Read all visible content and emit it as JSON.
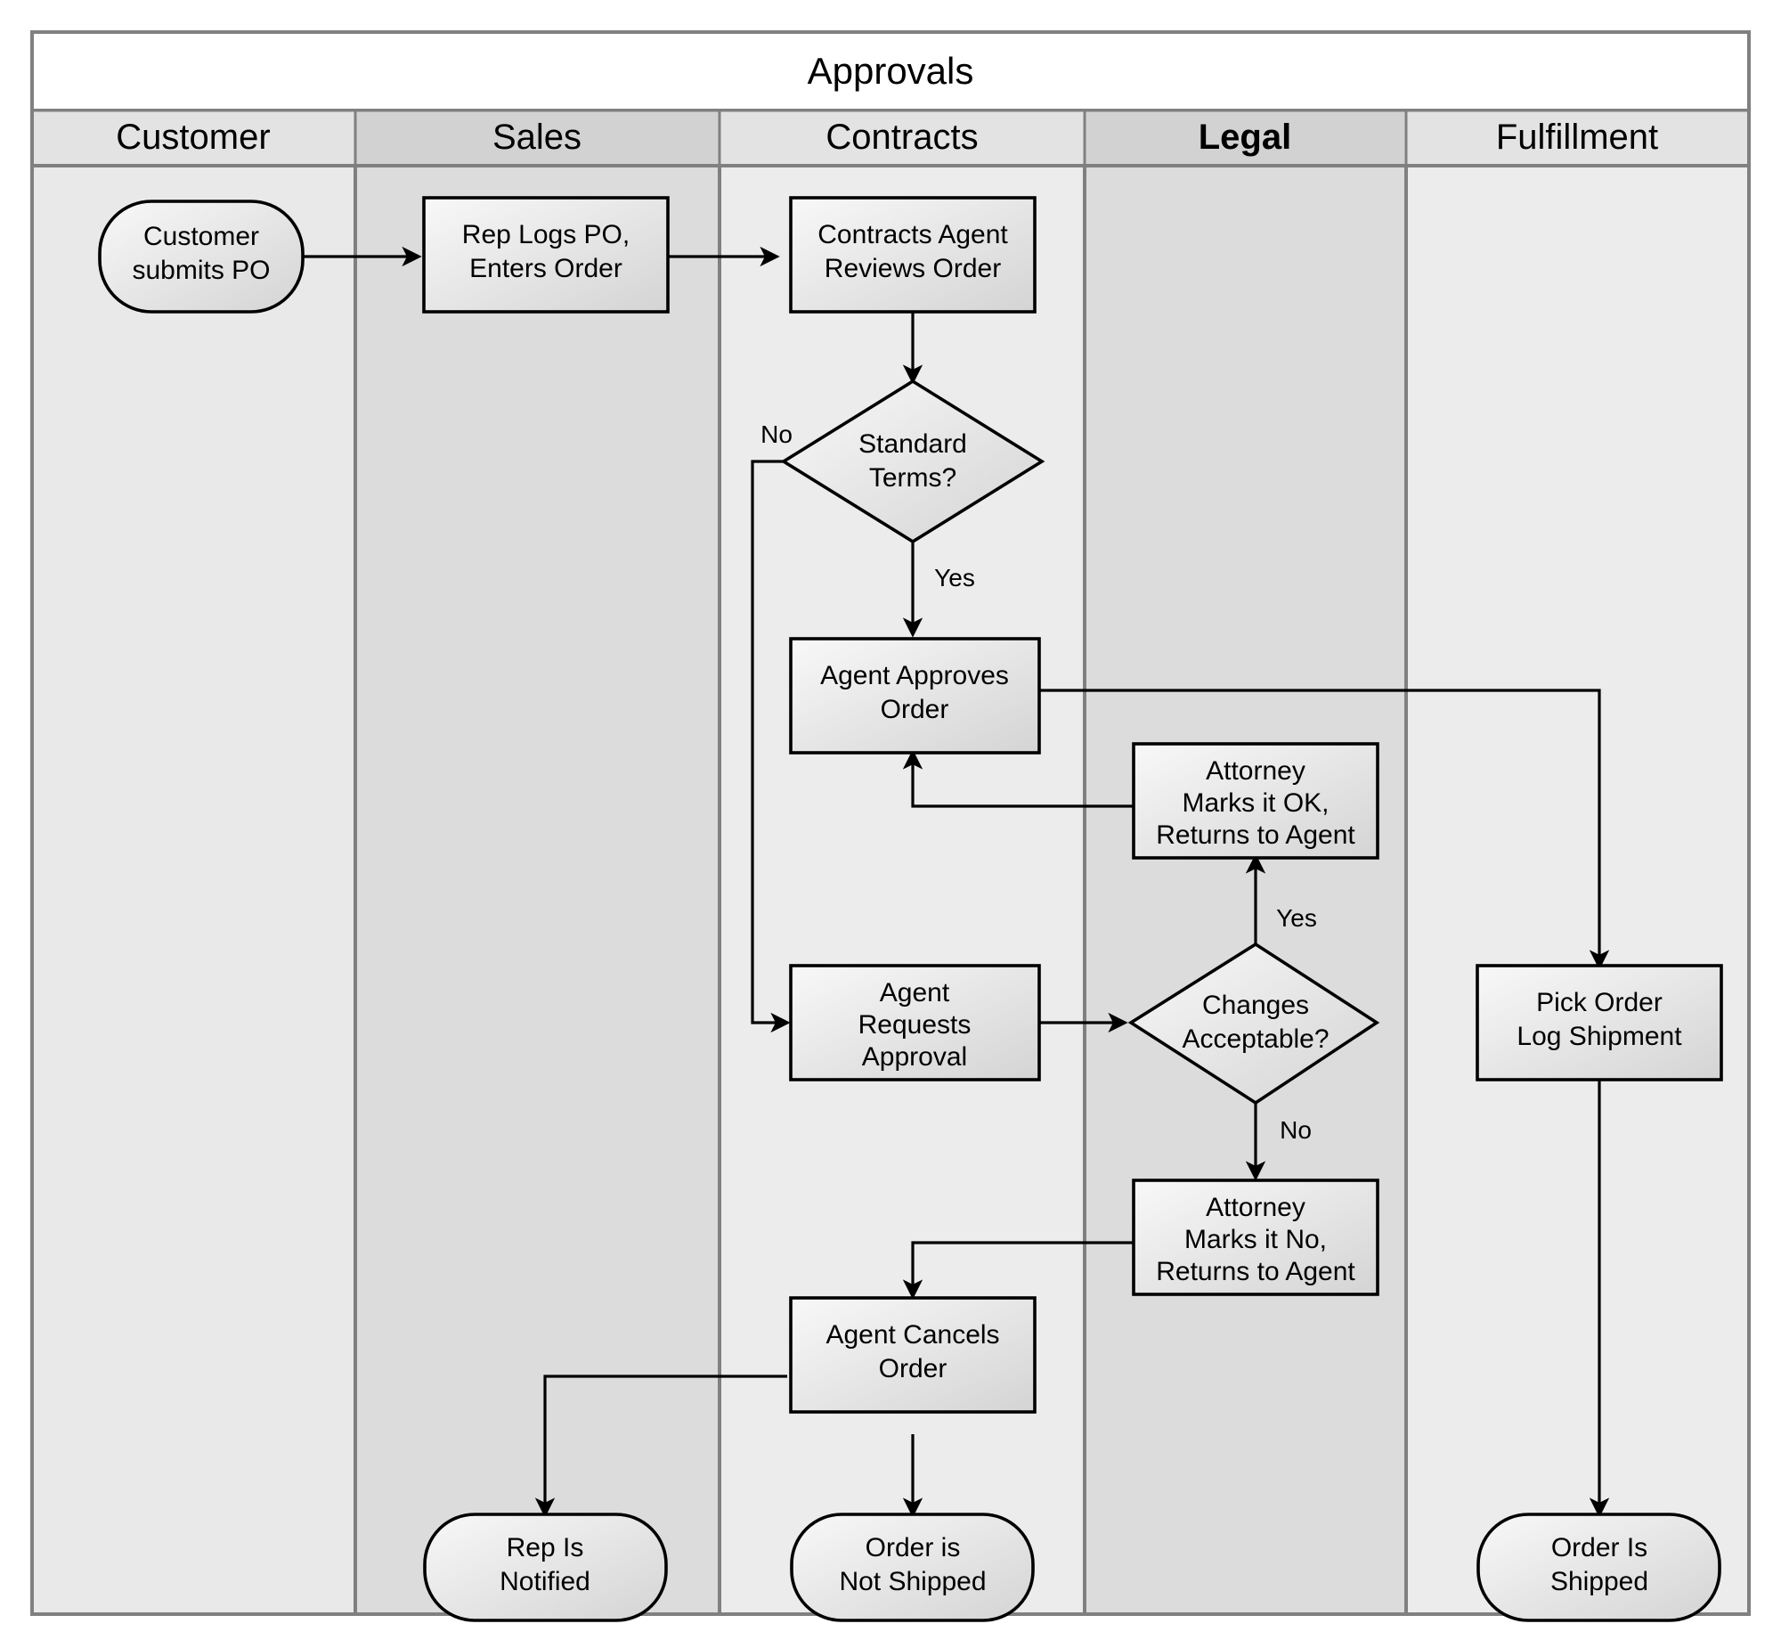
{
  "diagram": {
    "type": "swimlane-flowchart",
    "pool_title": "Approvals",
    "lanes": [
      {
        "id": "customer",
        "label": "Customer",
        "bold": false,
        "shade": "#e9e9e9"
      },
      {
        "id": "sales",
        "label": "Sales",
        "bold": false,
        "shade": "#dcdcdc"
      },
      {
        "id": "contracts",
        "label": "Contracts",
        "bold": false,
        "shade": "#ececec"
      },
      {
        "id": "legal",
        "label": "Legal",
        "bold": true,
        "shade": "#dcdcdc"
      },
      {
        "id": "fulfillment",
        "label": "Fulfillment",
        "bold": false,
        "shade": "#ececec"
      }
    ],
    "nodes": [
      {
        "id": "n1",
        "lane": "customer",
        "shape": "terminator",
        "text": [
          "Customer",
          "submits PO"
        ]
      },
      {
        "id": "n2",
        "lane": "sales",
        "shape": "process",
        "text": [
          "Rep Logs PO,",
          "Enters Order"
        ]
      },
      {
        "id": "n3",
        "lane": "contracts",
        "shape": "process",
        "text": [
          "Contracts Agent",
          "Reviews Order"
        ]
      },
      {
        "id": "n4",
        "lane": "contracts",
        "shape": "decision",
        "text": [
          "Standard",
          "Terms?"
        ]
      },
      {
        "id": "n5",
        "lane": "contracts",
        "shape": "process",
        "text": [
          "Agent Approves",
          "Order"
        ]
      },
      {
        "id": "n6",
        "lane": "legal",
        "shape": "process",
        "text": [
          "Attorney",
          "Marks it OK,",
          "Returns to Agent"
        ]
      },
      {
        "id": "n7",
        "lane": "contracts",
        "shape": "process",
        "text": [
          "Agent",
          "Requests",
          "Approval"
        ]
      },
      {
        "id": "n8",
        "lane": "legal",
        "shape": "decision",
        "text": [
          "Changes",
          "Acceptable?"
        ]
      },
      {
        "id": "n9",
        "lane": "legal",
        "shape": "process",
        "text": [
          "Attorney",
          "Marks it No,",
          "Returns to Agent"
        ]
      },
      {
        "id": "n10",
        "lane": "contracts",
        "shape": "process",
        "text": [
          "Agent Cancels",
          "Order"
        ]
      },
      {
        "id": "n11",
        "lane": "fulfillment",
        "shape": "process",
        "text": [
          "Pick Order",
          "Log Shipment"
        ]
      },
      {
        "id": "n12",
        "lane": "sales",
        "shape": "terminator",
        "text": [
          "Rep Is",
          "Notified"
        ]
      },
      {
        "id": "n13",
        "lane": "contracts",
        "shape": "terminator",
        "text": [
          "Order is",
          "Not Shipped"
        ]
      },
      {
        "id": "n14",
        "lane": "fulfillment",
        "shape": "terminator",
        "text": [
          "Order Is",
          "Shipped"
        ]
      }
    ],
    "edges": [
      {
        "id": "e1",
        "from": "n1",
        "to": "n2",
        "label": ""
      },
      {
        "id": "e2",
        "from": "n2",
        "to": "n3",
        "label": ""
      },
      {
        "id": "e3",
        "from": "n3",
        "to": "n4",
        "label": ""
      },
      {
        "id": "e4",
        "from": "n4",
        "to": "n7",
        "label": "No"
      },
      {
        "id": "e5",
        "from": "n4",
        "to": "n5",
        "label": "Yes"
      },
      {
        "id": "e6",
        "from": "n5",
        "to": "n11",
        "label": ""
      },
      {
        "id": "e7",
        "from": "n6",
        "to": "n5",
        "label": ""
      },
      {
        "id": "e8",
        "from": "n7",
        "to": "n8",
        "label": ""
      },
      {
        "id": "e9",
        "from": "n8",
        "to": "n6",
        "label": "Yes"
      },
      {
        "id": "e10",
        "from": "n8",
        "to": "n9",
        "label": "No"
      },
      {
        "id": "e11",
        "from": "n9",
        "to": "n10",
        "label": ""
      },
      {
        "id": "e12",
        "from": "n10",
        "to": "n12",
        "label": ""
      },
      {
        "id": "e13",
        "from": "n10",
        "to": "n13",
        "label": ""
      },
      {
        "id": "e14",
        "from": "n11",
        "to": "n14",
        "label": ""
      }
    ],
    "colors": {
      "shape_fill_light": "#f6f6f6",
      "shape_fill_dark": "#d6d6d6",
      "stroke": "#000000",
      "lane_border": "#808080",
      "pool_header_bg": "#ffffff"
    }
  }
}
